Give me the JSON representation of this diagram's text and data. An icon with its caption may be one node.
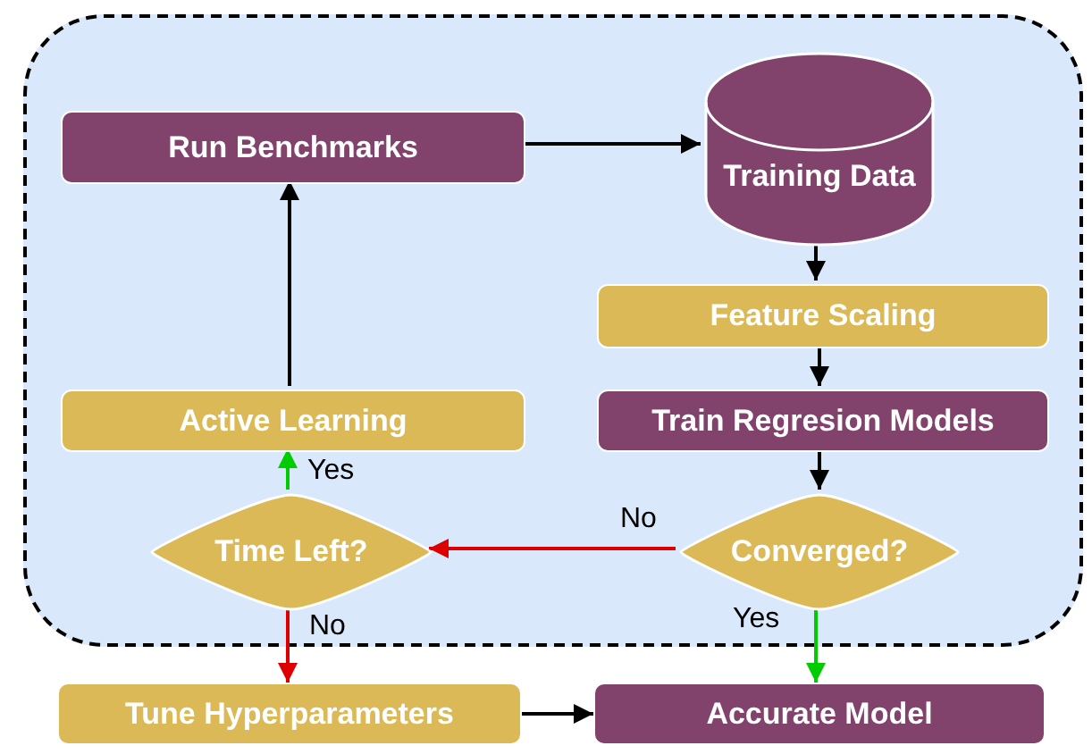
{
  "diagram": {
    "nodes": [
      {
        "text": [],
        "shape": "box"
      },
      {
        "text": [
          "Run Benchmarks"
        ],
        "in": 0
      },
      {
        "text": [
          "Training Data"
        ],
        "in": 0
      },
      {
        "text": [
          "Feature Scaling"
        ],
        "in": 0
      },
      {
        "text": [
          "Active Learning"
        ],
        "in": 0
      },
      {
        "text": [
          "Train Regresion Models"
        ],
        "in": 0
      },
      {
        "text": [
          "Time Left?"
        ],
        "in": 0
      },
      {
        "text": [
          "Converged?"
        ],
        "in": 0
      },
      {
        "text": [
          "Tune Hyperparameters"
        ]
      },
      {
        "text": [
          "Accurate Model"
        ]
      }
    ],
    "edges": [
      {
        "from": 1,
        "to": 2,
        "arrow": "to"
      },
      {
        "from": 2,
        "to": 3,
        "arrow": "to"
      },
      {
        "from": 3,
        "to": 5,
        "arrow": "to"
      },
      {
        "from": 5,
        "to": 7,
        "arrow": "to"
      },
      {
        "from": 7,
        "to": 6,
        "arrow": "to",
        "label": "No",
        "color": "#dd0000"
      },
      {
        "from": 6,
        "to": 4,
        "arrow": "to",
        "label": "Yes",
        "color": "#00cc00"
      },
      {
        "from": 4,
        "to": 1,
        "arrow": "to"
      },
      {
        "from": 6,
        "to": 8,
        "arrow": "to",
        "label": "No",
        "color": "#dd0000"
      },
      {
        "from": 7,
        "to": 9,
        "arrow": "to",
        "label": "Yes",
        "color": "#00cc00"
      },
      {
        "from": 8,
        "to": 9,
        "arrow": "to"
      }
    ]
  }
}
